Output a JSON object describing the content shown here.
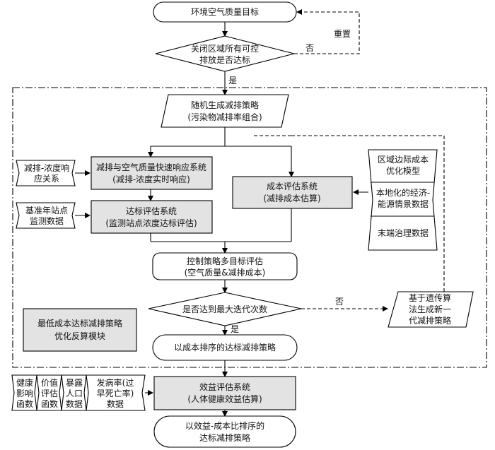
{
  "nodes": {
    "env_target": "环境空气质量目标",
    "decision_closed_l1": "关闭区域所有可控",
    "decision_closed_l2": "排放是否达标",
    "random_l1": "随机生成减排策略",
    "random_l2": "(污染物减排率组合)",
    "response_l1": "减排与空气质量快速响应系统",
    "response_l2": "(减排-浓度实时响应)",
    "attain_l1": "达标评估系统",
    "attain_l2": "(监测站点浓度达标评估)",
    "cost_l1": "成本评估系统",
    "cost_l2": "(减排成本估算)",
    "multi_l1": "控制策略多目标评估",
    "multi_l2": "(空气质量&减排成本)",
    "decision_iter": "是否达到最大迭代次数",
    "ga_l1": "基于遗传算",
    "ga_l2": "法生成新一",
    "ga_l3": "代减排策略",
    "ranked_cost": "以成本排序的达标减排策略",
    "module_l1": "最低成本达标减排策略",
    "module_l2": "优化反算模块",
    "benefit_l1": "效益评估系统",
    "benefit_l2": "(人体健康效益估算)",
    "final_l1": "以效益-成本比排序的",
    "final_l2": "达标减排策略"
  },
  "inputs": {
    "reduction_conc_l1": "减排-浓度响",
    "reduction_conc_l2": "应关系",
    "baseline_l1": "基准年站点",
    "baseline_l2": "监测数据",
    "regional_cost_l1": "区域边际成本",
    "regional_cost_l2": "优化模型",
    "local_energy_l1": "本地化的经济-",
    "local_energy_l2": "能源情景数据",
    "end_treatment": "末端治理数据",
    "health_l1": "健康",
    "health_l2": "影响",
    "health_l3": "函数",
    "value_l1": "价值",
    "value_l2": "评估",
    "value_l3": "函数",
    "exposure_l1": "暴露",
    "exposure_l2": "人口",
    "exposure_l3": "数据",
    "incidence_l1": "发病率(过",
    "incidence_l2": "早死亡率)",
    "incidence_l3": "数据"
  },
  "edge_labels": {
    "reset": "重置",
    "no_closed": "否",
    "yes_closed": "是",
    "no_iter": "否",
    "yes_iter": "是"
  }
}
